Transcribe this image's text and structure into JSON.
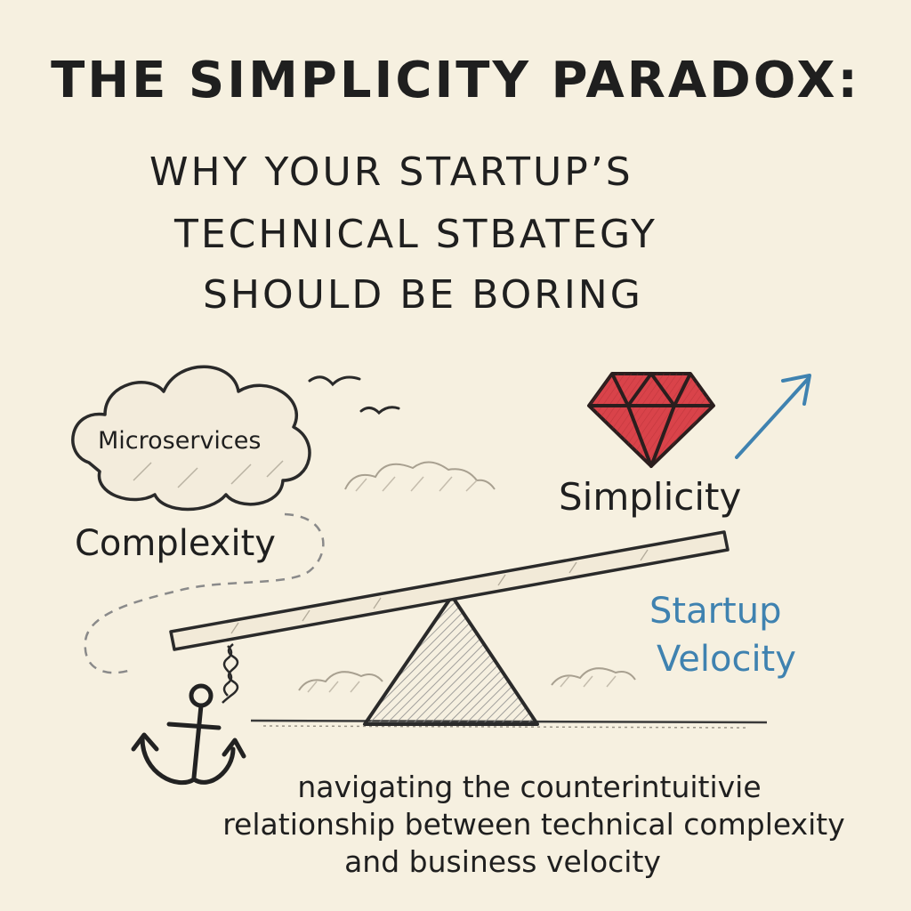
{
  "title": "THE SIMPLICITY PARADOX:",
  "subtitle": {
    "line1": "WHY YOUR STARTUP’S",
    "line2": "TECHNICAL STBATEGY",
    "line3": "SHOULD BE BORING"
  },
  "labels": {
    "cloud": "Microservices",
    "left": "Complexity",
    "right": "Simplicity",
    "velocity_line1": "Startup",
    "velocity_line2": "Velocity"
  },
  "caption": {
    "line1": "navigating the counterintuitivie",
    "line2": "relationship between technical complexity",
    "line3": "and business velocity"
  },
  "icons": {
    "gem": "gem-icon",
    "anchor": "anchor-icon",
    "arrow": "arrow-up-right-icon",
    "cloud": "cloud-icon",
    "birds": "birds-icon"
  },
  "colors": {
    "background": "#f6f0e0",
    "ink": "#1f1f1f",
    "gem": "#d9434a",
    "velocity": "#3f82b0"
  }
}
